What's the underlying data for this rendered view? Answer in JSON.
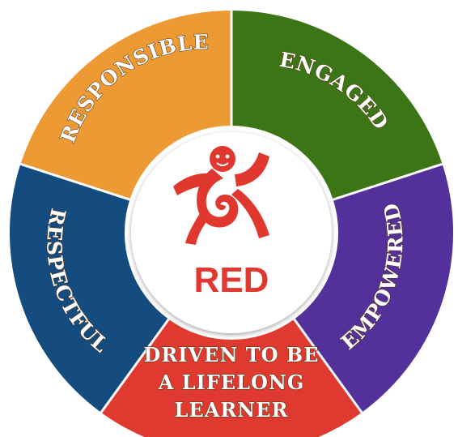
{
  "diagram": {
    "segments": [
      {
        "id": "responsible",
        "label": "RESPONSIBLE",
        "color": "#ED9A34"
      },
      {
        "id": "engaged",
        "label": "ENGAGED",
        "color": "#3C7516"
      },
      {
        "id": "empowered",
        "label": "EMPOWERED",
        "color": "#54309B"
      },
      {
        "id": "driven",
        "label_lines": [
          "DRIVEN TO BE",
          "A LIFELONG",
          "LEARNER"
        ],
        "color": "#E03A30"
      },
      {
        "id": "respectful",
        "label": "RESPECTFUL",
        "color": "#154C7F"
      }
    ],
    "center": {
      "logo_text": "RED",
      "logo_color": "#E0372F",
      "icon": "running-figure-icon"
    }
  }
}
